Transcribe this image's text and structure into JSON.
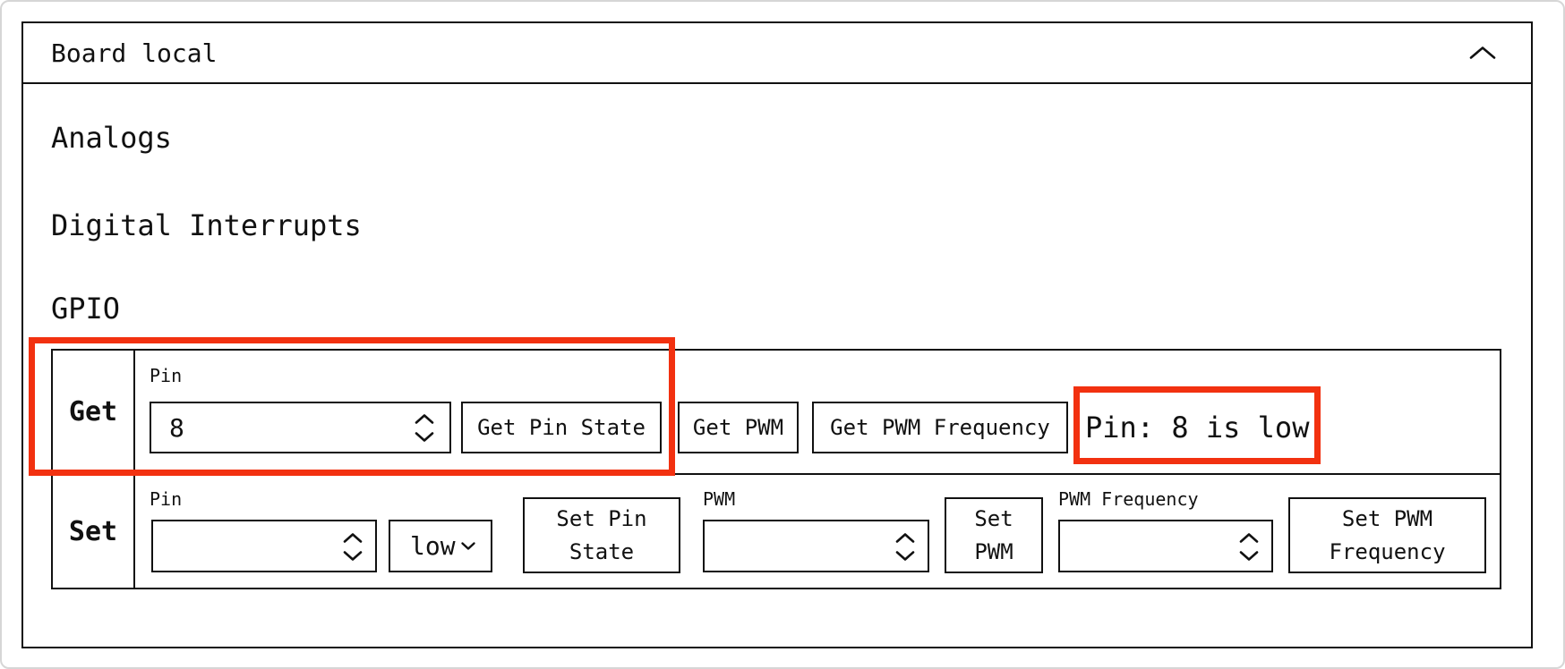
{
  "theme": {
    "border_color": "#111111",
    "background": "#ffffff",
    "frame_border_color": "#d6d6d6",
    "highlight_color": "#f23110"
  },
  "panel": {
    "title": "Board local",
    "collapse_icon": "chevron-up"
  },
  "sections": {
    "analogs": "Analogs",
    "digital_interrupts": "Digital Interrupts",
    "gpio": "GPIO"
  },
  "gpio_table": {
    "get": {
      "row_label": "Get",
      "pin": {
        "label": "Pin",
        "value": "8",
        "stepper_icons": [
          "chevron-up",
          "chevron-down"
        ]
      },
      "buttons": {
        "get_pin_state": "Get Pin State",
        "get_pwm": "Get PWM",
        "get_pwm_frequency": "Get PWM Frequency"
      },
      "result": "Pin: 8 is low"
    },
    "set": {
      "row_label": "Set",
      "pin": {
        "label": "Pin",
        "value": "",
        "stepper_icons": [
          "chevron-up",
          "chevron-down"
        ]
      },
      "pin_state_select": {
        "value": "low",
        "icon": "chevron-down"
      },
      "pwm": {
        "label": "PWM",
        "value": "",
        "stepper_icons": [
          "chevron-up",
          "chevron-down"
        ]
      },
      "pwm_frequency": {
        "label": "PWM Frequency",
        "value": "",
        "stepper_icons": [
          "chevron-up",
          "chevron-down"
        ]
      },
      "buttons": {
        "set_pin_state": "Set Pin State",
        "set_pwm": "Set PWM",
        "set_pwm_frequency": "Set PWM Frequency"
      }
    }
  },
  "annotations": {
    "highlight_color": "#f23110",
    "boxes": [
      "get-pin-controls-highlight",
      "get-pin-result-highlight"
    ]
  }
}
